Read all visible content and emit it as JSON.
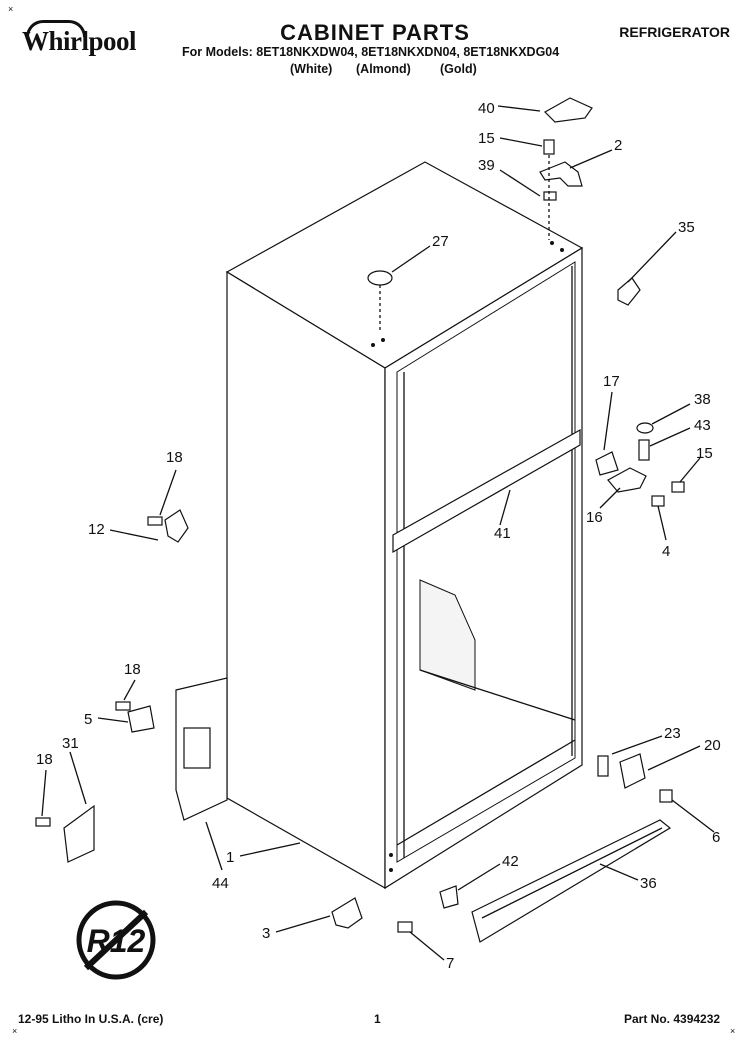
{
  "header": {
    "brand": "Whirlpool",
    "title": "CABINET PARTS",
    "category": "REFRIGERATOR",
    "models": "For Models: 8ET18NKXDW04, 8ET18NKXDN04, 8ET18NKXDG04",
    "colors": [
      "(White)",
      "(Almond)",
      "(Gold)"
    ]
  },
  "callouts": [
    "40",
    "15",
    "2",
    "39",
    "27",
    "35",
    "17",
    "38",
    "43",
    "15",
    "16",
    "4",
    "18",
    "12",
    "41",
    "18",
    "5",
    "18",
    "31",
    "23",
    "20",
    "6",
    "1",
    "44",
    "42",
    "36",
    "3",
    "7"
  ],
  "badge": {
    "text": "R12"
  },
  "footer": {
    "left": "12-95 Litho In U.S.A. (cre)",
    "page": "1",
    "part_no": "Part No. 4394232"
  },
  "marks": {
    "x": "×"
  }
}
